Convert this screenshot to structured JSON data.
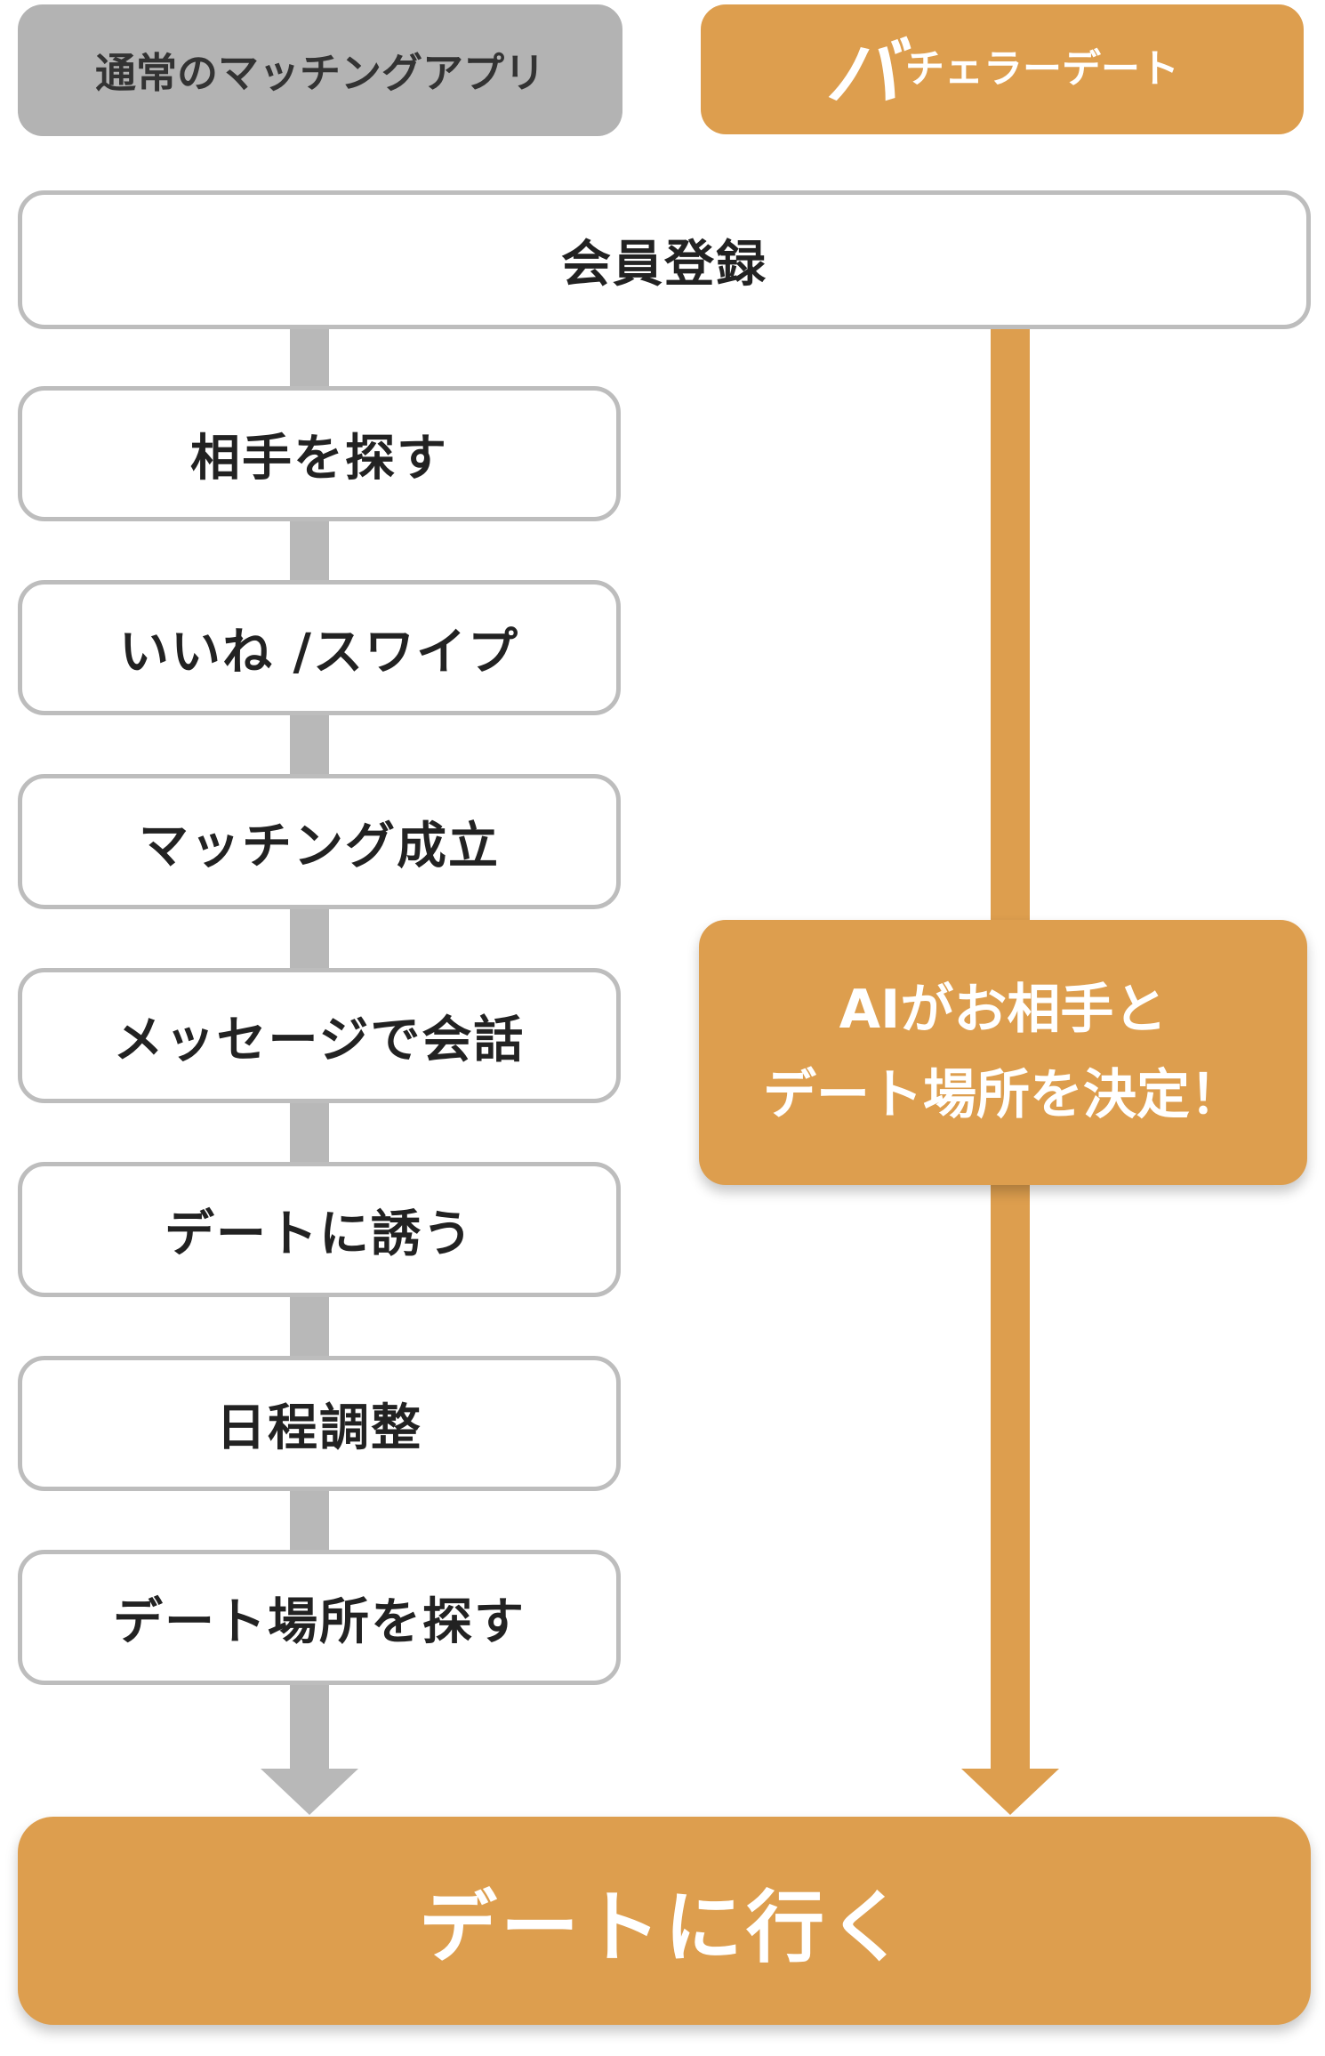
{
  "headers": {
    "left": "通常のマッチングアプリ",
    "right_initial": "バ",
    "right_rest": "チェラーデート"
  },
  "register": "会員登録",
  "steps": [
    "相手を探す",
    "いいね /スワイプ",
    "マッチング成立",
    "メッセージで会話",
    "デートに誘う",
    "日程調整",
    "デート場所を探す"
  ],
  "ai_box": {
    "line1": "AIがお相手と",
    "line2": "デート場所を決定！"
  },
  "final": "デートに行く",
  "colors": {
    "gray": "#b8b8b8",
    "orange": "#dd9e4e",
    "border": "#bdbdbd",
    "text": "#222222"
  }
}
